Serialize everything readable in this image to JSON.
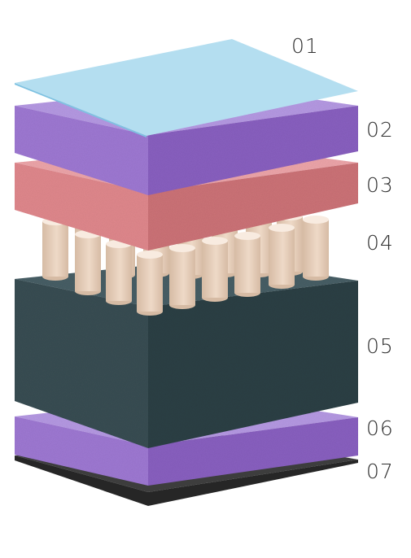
{
  "colors": {
    "cooling_top": "#b4def0",
    "cooling_front": "#7fc2e1",
    "cooling_side": "#69b1d3",
    "purple_top": "#b89be6",
    "purple_front": "#a07ad6",
    "purple_side": "#8b62c3",
    "pink_top": "#f0a7ac",
    "pink_front": "#e38a8f",
    "pink_side": "#cf7479",
    "core_top": "#496168",
    "core_front": "#3a4f55",
    "core_side": "#2f4247",
    "base_top": "#3d3d3d",
    "base_front": "#262626",
    "coil_body": "#eed9c7",
    "coil_shade": "#d6bba4",
    "coil_cap": "#f8ebe0",
    "label_text": "#2f2f2f"
  },
  "layers": [
    {
      "number": "01"
    },
    {
      "number": "02"
    },
    {
      "number": "03"
    },
    {
      "number": "04"
    },
    {
      "number": "05"
    },
    {
      "number": "06"
    },
    {
      "number": "07"
    }
  ]
}
